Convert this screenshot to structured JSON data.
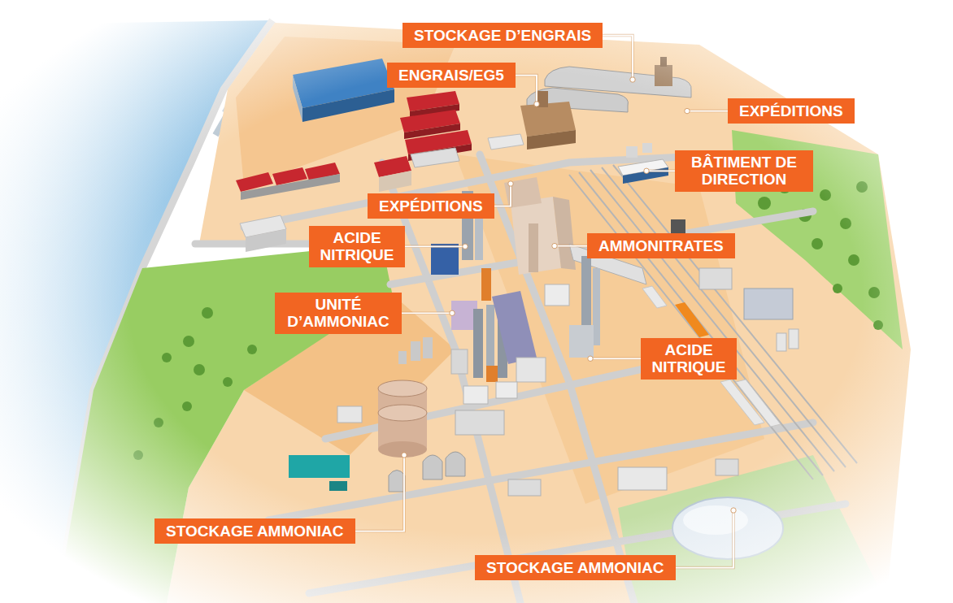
{
  "diagram": {
    "nodes": [
      {
        "text": [
          "STOCKAGE D’ENGRAIS"
        ]
      },
      {
        "text": [
          "ENGRAIS/EG5"
        ]
      },
      {
        "text": [
          "EXPÉDITIONS"
        ]
      },
      {
        "text": [
          "BÂTIMENT DE DIRECTION"
        ]
      },
      {
        "text": [
          "EXPÉDITIONS"
        ]
      },
      {
        "text": [
          "ACIDE NITRIQUE"
        ]
      },
      {
        "text": [
          "AMMONITRATES"
        ]
      },
      {
        "text": [
          "UNITÉ D’AMMONIAC"
        ]
      },
      {
        "text": [
          "ACIDE NITRIQUE"
        ]
      },
      {
        "text": [
          "STOCKAGE AMMONIAC"
        ]
      },
      {
        "text": [
          "STOCKAGE AMMONIAC"
        ]
      }
    ]
  }
}
